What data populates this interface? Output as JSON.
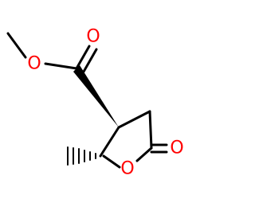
{
  "molecule": {
    "colors": {
      "bond": "#000000",
      "oxygen": "#ff0000"
    },
    "atoms": {
      "ester_carbonyl_o": "O",
      "ester_ether_o": "O",
      "ring_o": "O",
      "lactone_carbonyl_o": "O"
    }
  }
}
